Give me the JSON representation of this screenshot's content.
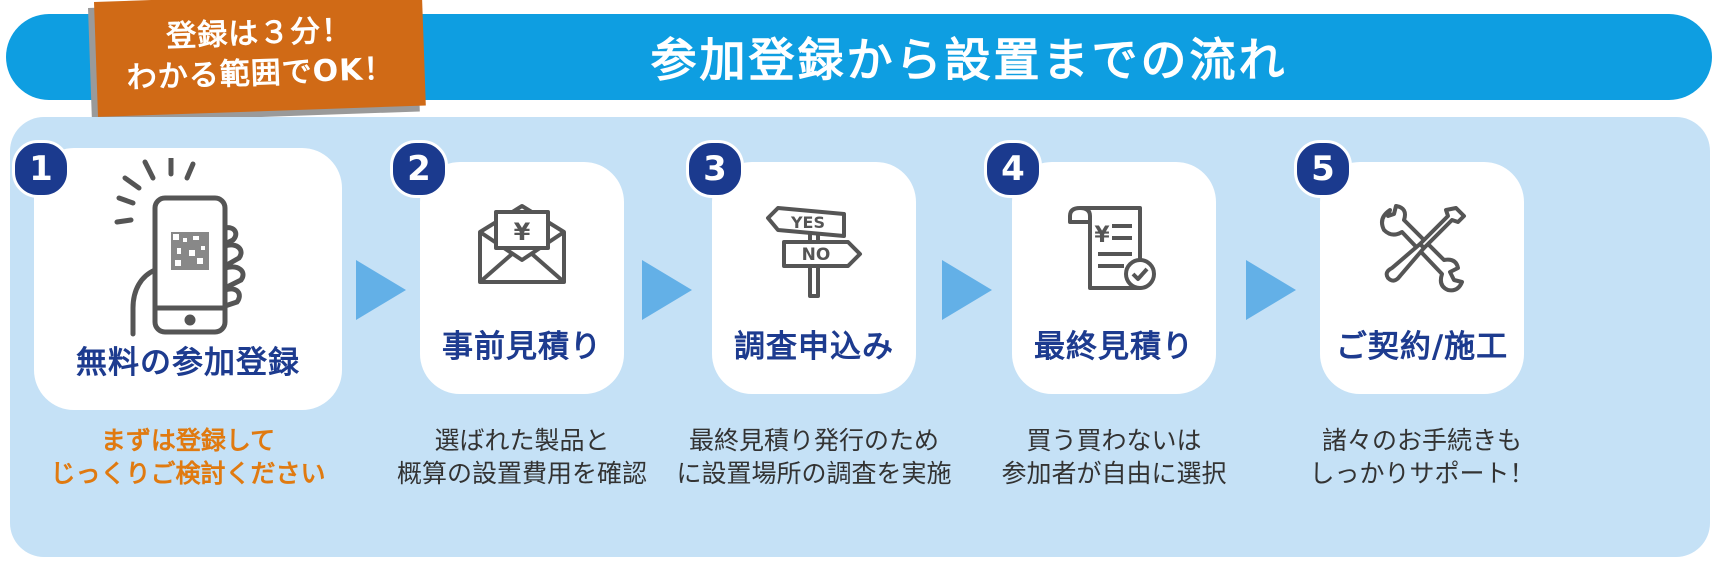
{
  "header": {
    "title": "参加登録から設置までの流れ",
    "ribbon_line1": "登録は３分！",
    "ribbon_line2": "わかる範囲でOK！"
  },
  "steps": [
    {
      "number": "1",
      "label": "無料の参加登録",
      "icon": "smartphone-qr-icon",
      "desc_line1": "まずは登録して",
      "desc_line2": "じっくりご検討ください"
    },
    {
      "number": "2",
      "label": "事前見積り",
      "icon": "yen-envelope-icon",
      "desc_line1": "選ばれた製品と",
      "desc_line2": "概算の設置費用を確認"
    },
    {
      "number": "3",
      "label": "調査申込み",
      "icon": "yes-no-signpost-icon",
      "sign_yes": "YES",
      "sign_no": "NO",
      "desc_line1": "最終見積り発行のため",
      "desc_line2": "に設置場所の調査を実施"
    },
    {
      "number": "4",
      "label": "最終見積り",
      "icon": "yen-invoice-check-icon",
      "desc_line1": "買う買わないは",
      "desc_line2": "参加者が自由に選択"
    },
    {
      "number": "5",
      "label": "ご契約/施工",
      "icon": "wrench-screwdriver-icon",
      "desc_line1": "諸々のお手続きも",
      "desc_line2": "しっかりサポート！"
    }
  ],
  "colors": {
    "header_blue": "#0e9ee1",
    "ribbon_orange": "#d06a16",
    "panel_light_blue": "#c5e1f6",
    "label_navy": "#1d3b8f",
    "arrow_blue": "#63b0e7",
    "accent_orange_text": "#e07a10"
  }
}
